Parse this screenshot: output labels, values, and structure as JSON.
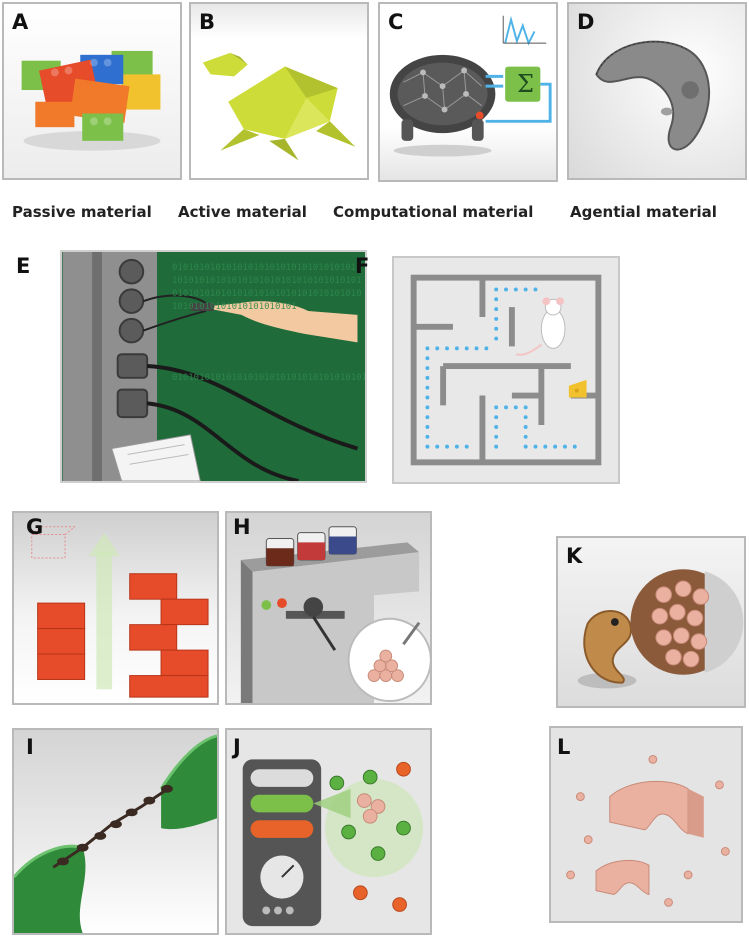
{
  "panel_labels": {
    "a": "A",
    "b": "B",
    "c": "C",
    "d": "D",
    "e": "E",
    "f": "F",
    "g": "G",
    "h": "H",
    "i": "I",
    "j": "J",
    "k": "K",
    "l": "L"
  },
  "captions": {
    "a": "Passive material",
    "b": "Active material",
    "c": "Computational material",
    "d": "Agential material"
  },
  "panel_c_symbol": "Σ",
  "panel_e_binary": "0101010101010101",
  "colors": {
    "panel_border": "#b9b9b9",
    "lego_red": "#e64b2a",
    "lego_green": "#7cc04a",
    "origami_green": "#cddc39",
    "terminal_green": "#1f6b3a",
    "maze_path_dots": "#4fb3e8",
    "cell_pink": "#eab1a0",
    "worm_brown": "#c08a4a"
  },
  "icons": {
    "a": "lego-bricks-icon",
    "b": "origami-frog-icon",
    "c": "robot-feedback-icon",
    "d": "cell-organism-icon",
    "e": "computer-plug-icon",
    "f": "mouse-maze-icon",
    "g": "lego-tower-icon",
    "h": "bioprinter-icon",
    "i": "ant-bridge-icon",
    "j": "chemistry-machine-icon",
    "k": "worm-cells-icon",
    "l": "cell-structure-icon"
  }
}
